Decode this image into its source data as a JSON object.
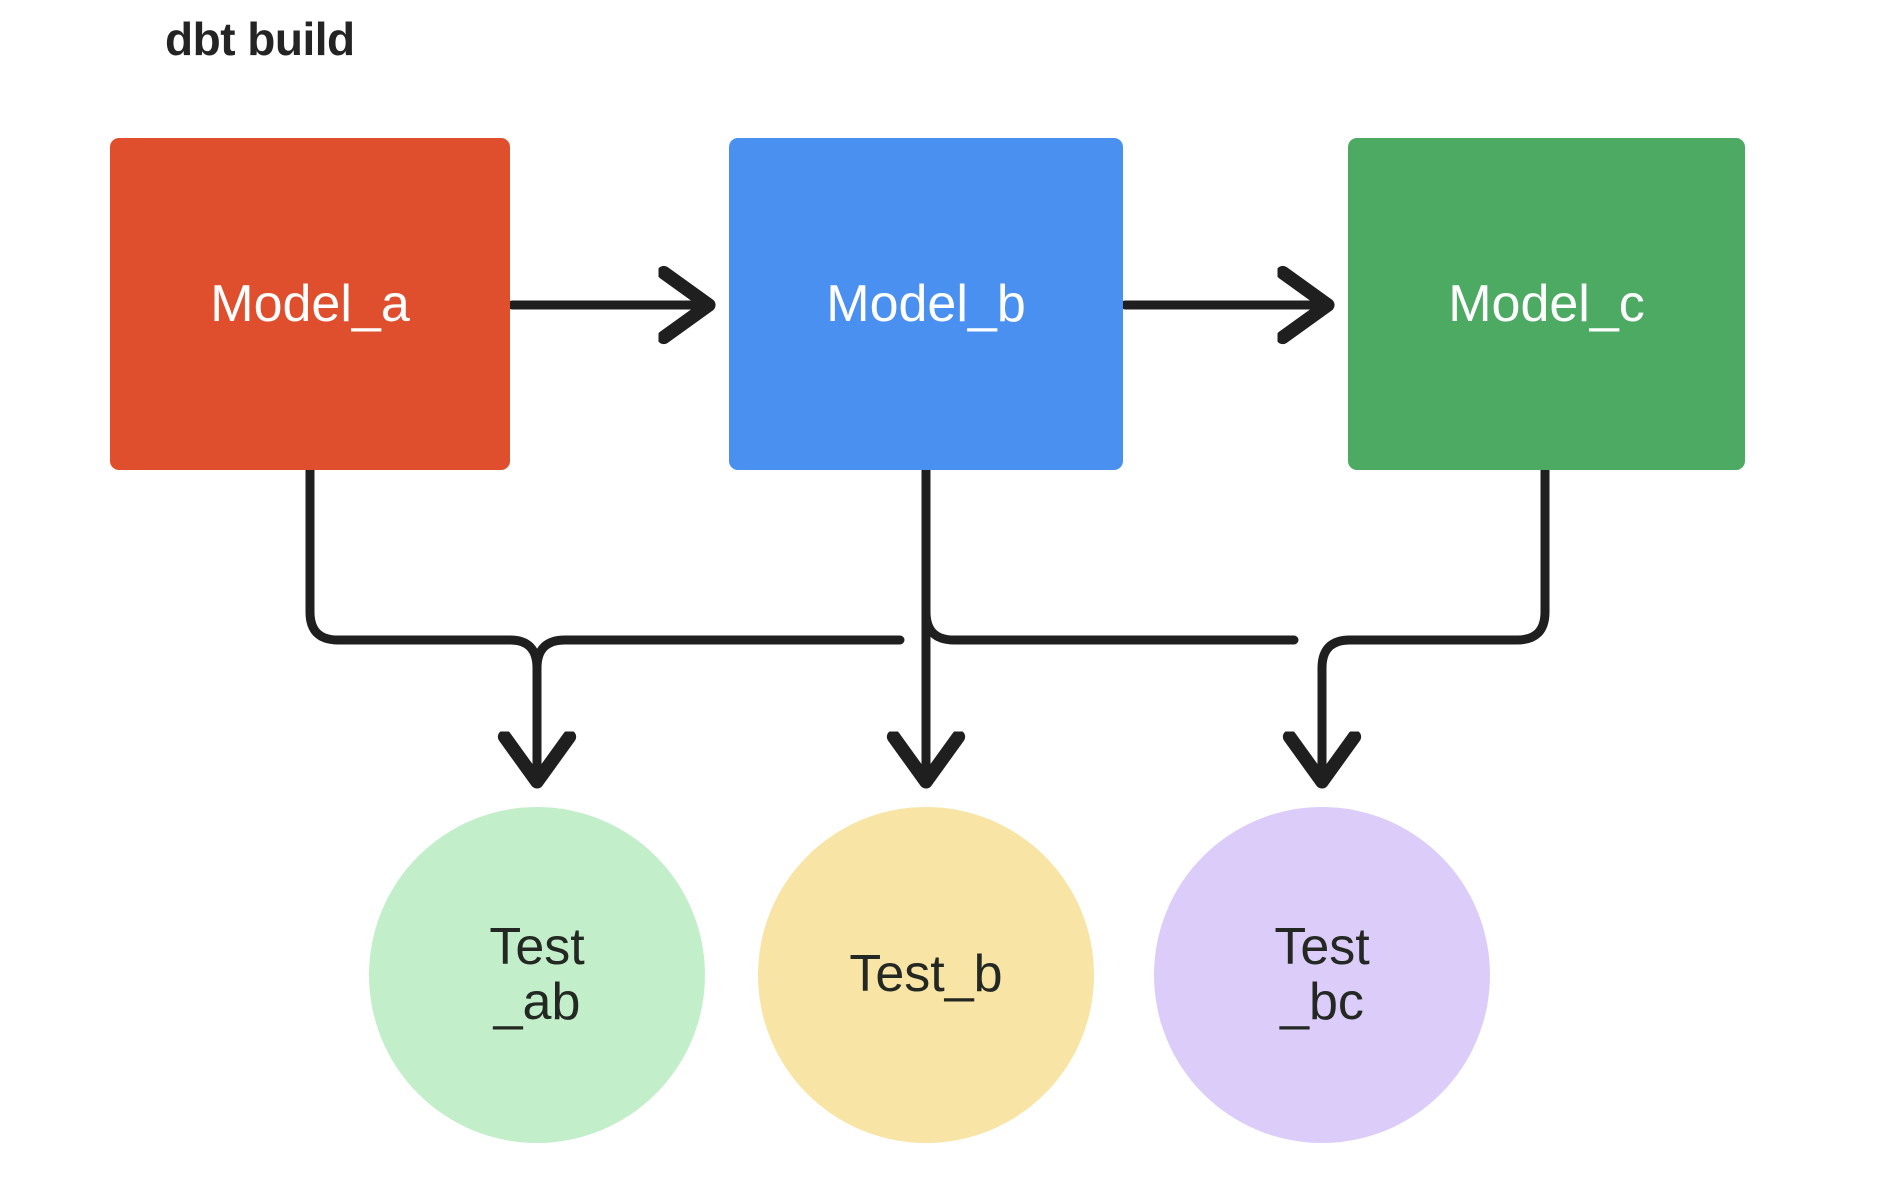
{
  "diagram": {
    "title": "dbt build",
    "background": "#ffffff",
    "edge_color": "#1f1f1f",
    "title_color": "#242424"
  },
  "models": [
    {
      "id": "model_a",
      "label": "Model_a",
      "color": "#df4f2d",
      "text_color": "#ffffff",
      "shape": "rectangle"
    },
    {
      "id": "model_b",
      "label": "Model_b",
      "color": "#4a90f0",
      "text_color": "#ffffff",
      "shape": "rectangle"
    },
    {
      "id": "model_c",
      "label": "Model_c",
      "color": "#4caa63",
      "text_color": "#ffffff",
      "shape": "rectangle"
    }
  ],
  "tests": [
    {
      "id": "test_ab",
      "label": "Test_ab",
      "line1": "Test",
      "line2": "_ab",
      "color": "#c2efc9",
      "text_color": "#232823",
      "shape": "circle"
    },
    {
      "id": "test_b",
      "label": "Test_b",
      "line1": "Test_b",
      "line2": "",
      "color": "#f8e4a4",
      "text_color": "#232823",
      "shape": "circle"
    },
    {
      "id": "test_bc",
      "label": "Test_bc",
      "line1": "Test",
      "line2": "_bc",
      "color": "#dcccf9",
      "text_color": "#232823",
      "shape": "circle"
    }
  ],
  "edges": [
    {
      "from": "model_a",
      "to": "model_b",
      "style": "arrow-right"
    },
    {
      "from": "model_b",
      "to": "model_c",
      "style": "arrow-right"
    },
    {
      "from": "model_a",
      "to": "test_ab",
      "style": "elbow-down"
    },
    {
      "from": "model_b",
      "to": "test_b",
      "style": "straight-down"
    },
    {
      "from": "model_b",
      "to": "test_ab",
      "style": "elbow-down"
    },
    {
      "from": "model_c",
      "to": "test_bc",
      "style": "elbow-down"
    },
    {
      "from": "model_b",
      "to": "test_bc",
      "style": "elbow-down"
    }
  ]
}
